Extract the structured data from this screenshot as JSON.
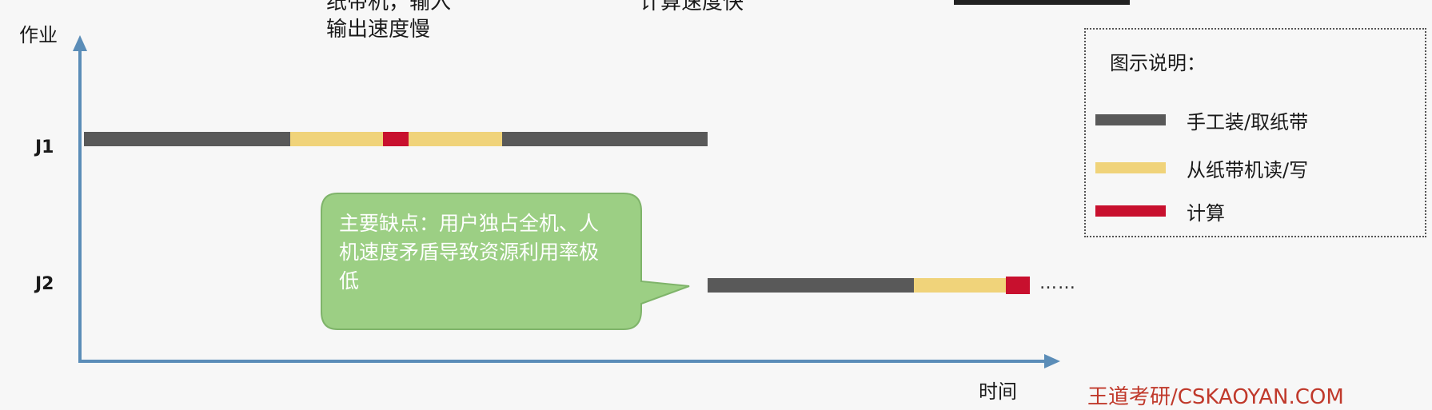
{
  "top_notes": {
    "left": "纸带机，输入\n输出速度慢",
    "right": "计算速度快"
  },
  "axes": {
    "y_label": "作业",
    "x_label": "时间"
  },
  "jobs": [
    {
      "label": "J1"
    },
    {
      "label": "J2"
    }
  ],
  "colors": {
    "manual": "#595959",
    "tape_io": "#f0d37a",
    "compute": "#c8102e",
    "axis": "#5b8db8",
    "callout": "#9ccf84"
  },
  "legend": {
    "title": "图示说明：",
    "items": [
      {
        "label": "手工装/取纸带",
        "color": "#595959"
      },
      {
        "label": "从纸带机读/写",
        "color": "#f0d37a"
      },
      {
        "label": "计算",
        "color": "#c8102e"
      }
    ]
  },
  "callout": {
    "text": "主要缺点：用户独占全机、人机速度矛盾导致资源利用率极低"
  },
  "continuation": "……",
  "watermark": "王道考研/CSKAOYAN.COM"
}
